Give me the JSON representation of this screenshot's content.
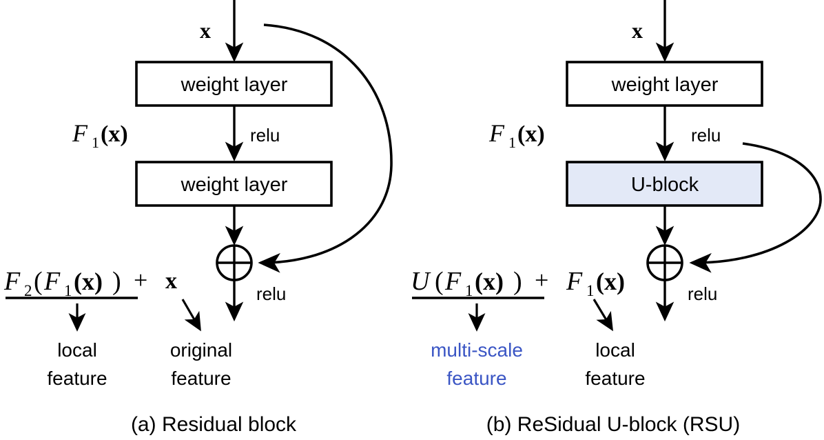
{
  "figure": {
    "type": "diagram",
    "background": "#ffffff",
    "stroke": "#000000",
    "accent_blue": "#3a55c4",
    "ublock_fill": "#e3e9f7"
  },
  "panel_a": {
    "caption": "(a) Residual block",
    "input_label": "x",
    "blocks": [
      {
        "label": "weight layer",
        "fill": "#ffffff"
      },
      {
        "label": "weight layer",
        "fill": "#ffffff"
      }
    ],
    "mid_label": {
      "F": "F",
      "sub": "1",
      "arg": "(x)"
    },
    "relu_mid": "relu",
    "relu_out": "relu",
    "sum_symbol": "+",
    "equation": {
      "term1": {
        "F": "F",
        "sub": "2",
        "open": "(",
        "F2": "F",
        "sub2": "1",
        "arg": "(x)",
        "close": ")"
      },
      "plus": "+",
      "term2": "x"
    },
    "annotations": [
      {
        "line1": "local",
        "line2": "feature",
        "color": "#000000"
      },
      {
        "line1": "original",
        "line2": "feature",
        "color": "#000000"
      }
    ]
  },
  "panel_b": {
    "caption": "(b) ReSidual U-block (RSU)",
    "input_label": "x",
    "blocks": [
      {
        "label": "weight layer",
        "fill": "#ffffff"
      },
      {
        "label": "U-block",
        "fill": "#e3e9f7"
      }
    ],
    "mid_label": {
      "F": "F",
      "sub": "1",
      "arg": "(x)"
    },
    "relu_mid": "relu",
    "relu_out": "relu",
    "sum_symbol": "+",
    "equation": {
      "term1": {
        "U": "U",
        "open": "(",
        "F": "F",
        "sub": "1",
        "arg": "(x)",
        "close": ")"
      },
      "plus": "+",
      "term2": {
        "F": "F",
        "sub": "1",
        "arg": "(x)"
      }
    },
    "annotations": [
      {
        "line1": "multi-scale",
        "line2": "feature",
        "color": "#3a55c4"
      },
      {
        "line1": "local",
        "line2": "feature",
        "color": "#000000"
      }
    ]
  }
}
